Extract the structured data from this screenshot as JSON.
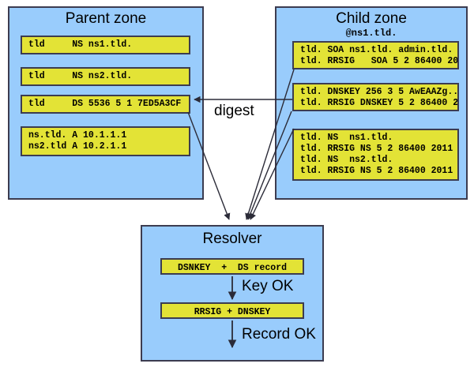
{
  "diagram": {
    "title_parent": "Parent zone",
    "title_child": "Child zone",
    "child_subtitle": "@ns1.tld.",
    "title_resolver": "Resolver",
    "colors": {
      "zone_fill": "#99ccfc",
      "record_fill": "#e3e336",
      "border": "#3c3c50",
      "background": "#ffffff",
      "line": "#2b2b38"
    }
  },
  "parent_zone": {
    "title": "Parent zone",
    "records": [
      {
        "name": "parent-ns1-record",
        "lines": "tld     NS ns1.tld."
      },
      {
        "name": "parent-ns2-record",
        "lines": "tld     NS ns2.tld."
      },
      {
        "name": "parent-ds-record",
        "lines": "tld     DS 5536 5 1 7ED5A3CF"
      },
      {
        "name": "parent-glue-record",
        "lines": "ns.tld. A 10.1.1.1\nns2.tld A 10.2.1.1"
      }
    ]
  },
  "child_zone": {
    "title": "Child zone",
    "subtitle": "@ns1.tld.",
    "records": [
      {
        "name": "child-soa-record",
        "lines": "tld. SOA ns1.tld. admin.tld.\ntld. RRSIG   SOA 5 2 86400 20"
      },
      {
        "name": "child-dnskey-record",
        "lines": "tld. DNSKEY 256 3 5 AwEAAZg..\ntld. RRSIG DNSKEY 5 2 86400 2"
      },
      {
        "name": "child-ns-record",
        "lines": "tld. NS  ns1.tld.\ntld. RRSIG NS 5 2 86400 2011\ntld. NS  ns2.tld.\ntld. RRSIG NS 5 2 86400 2011"
      }
    ]
  },
  "resolver": {
    "title": "Resolver",
    "steps": [
      {
        "name": "resolver-key-check",
        "label": "DSNKEY  +  DS record"
      },
      {
        "name": "resolver-record-check",
        "label": "RRSIG + DNSKEY"
      }
    ],
    "annotations": [
      {
        "name": "key-ok-label",
        "label": "Key OK"
      },
      {
        "name": "record-ok-label",
        "label": "Record OK"
      }
    ]
  },
  "connections": {
    "digest_label": "digest"
  }
}
